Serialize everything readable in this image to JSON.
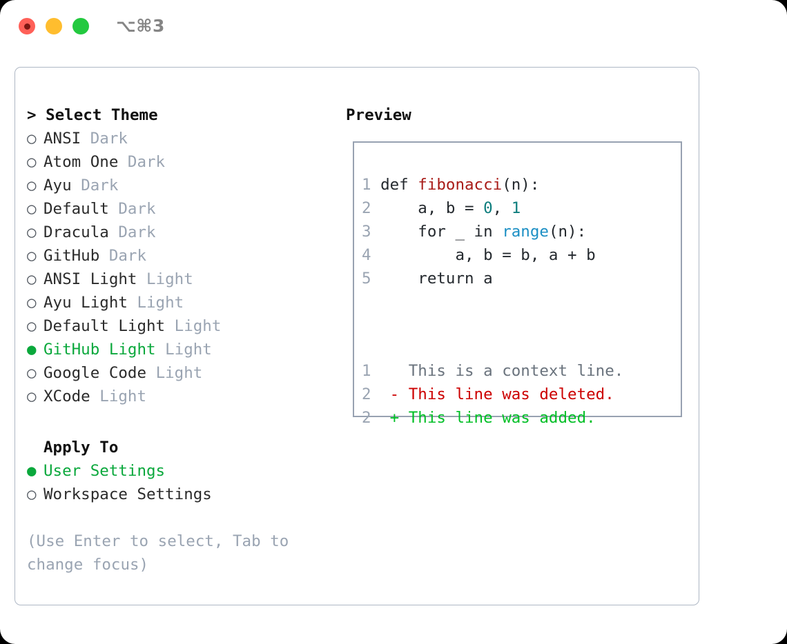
{
  "titlebar": {
    "shortcut": "⌥⌘3",
    "buttons": {
      "close": "close",
      "minimize": "minimize",
      "maximize": "maximize"
    }
  },
  "theme_picker": {
    "heading": "Select Theme",
    "marker_selected": "●",
    "marker_unselected": "○",
    "items": [
      {
        "name": "ANSI",
        "kind": "Dark",
        "selected": false
      },
      {
        "name": "Atom One",
        "kind": "Dark",
        "selected": false
      },
      {
        "name": "Ayu",
        "kind": "Dark",
        "selected": false
      },
      {
        "name": "Default",
        "kind": "Dark",
        "selected": false
      },
      {
        "name": "Dracula",
        "kind": "Dark",
        "selected": false
      },
      {
        "name": "GitHub",
        "kind": "Dark",
        "selected": false
      },
      {
        "name": "ANSI Light",
        "kind": "Light",
        "selected": false
      },
      {
        "name": "Ayu Light",
        "kind": "Light",
        "selected": false
      },
      {
        "name": "Default Light",
        "kind": "Light",
        "selected": false
      },
      {
        "name": "GitHub Light",
        "kind": "Light",
        "selected": true
      },
      {
        "name": "Google Code",
        "kind": "Light",
        "selected": false
      },
      {
        "name": "XCode",
        "kind": "Light",
        "selected": false
      }
    ]
  },
  "apply_to": {
    "heading": "Apply To",
    "options": [
      {
        "label": "User Settings",
        "selected": true
      },
      {
        "label": "Workspace Settings",
        "selected": false
      }
    ]
  },
  "hint": "(Use Enter to select, Tab to change focus)",
  "preview": {
    "heading": "Preview",
    "code_lines": [
      {
        "n": "1",
        "parts": [
          {
            "t": "def ",
            "c": "plain"
          },
          {
            "t": "fibonacci",
            "c": "fn"
          },
          {
            "t": "(n):",
            "c": "plain"
          }
        ]
      },
      {
        "n": "2",
        "parts": [
          {
            "t": "    a, b = ",
            "c": "plain"
          },
          {
            "t": "0",
            "c": "num"
          },
          {
            "t": ", ",
            "c": "plain"
          },
          {
            "t": "1",
            "c": "num"
          }
        ]
      },
      {
        "n": "3",
        "parts": [
          {
            "t": "    for _ in ",
            "c": "plain"
          },
          {
            "t": "range",
            "c": "call"
          },
          {
            "t": "(n):",
            "c": "plain"
          }
        ]
      },
      {
        "n": "4",
        "parts": [
          {
            "t": "        a, b = b, a + b",
            "c": "plain"
          }
        ]
      },
      {
        "n": "5",
        "parts": [
          {
            "t": "    return a",
            "c": "plain"
          }
        ]
      }
    ],
    "diff_lines": [
      {
        "n": "1",
        "marker": " ",
        "text": " This is a context line.",
        "kind": "ctx"
      },
      {
        "n": "2",
        "marker": "-",
        "text": " This line was deleted.",
        "kind": "del"
      },
      {
        "n": "2",
        "marker": "+",
        "text": " This line was added.",
        "kind": "add"
      }
    ]
  },
  "colors": {
    "accent_green": "#0aa83c",
    "muted": "#9aa4b2",
    "diff_add": "#00bf26",
    "diff_del": "#cc0000",
    "syntax_function": "#a81b17",
    "syntax_number": "#0d7d7d",
    "syntax_call": "#1c8fc4",
    "border": "#aeb7c4",
    "preview_border": "#97a1b1"
  }
}
